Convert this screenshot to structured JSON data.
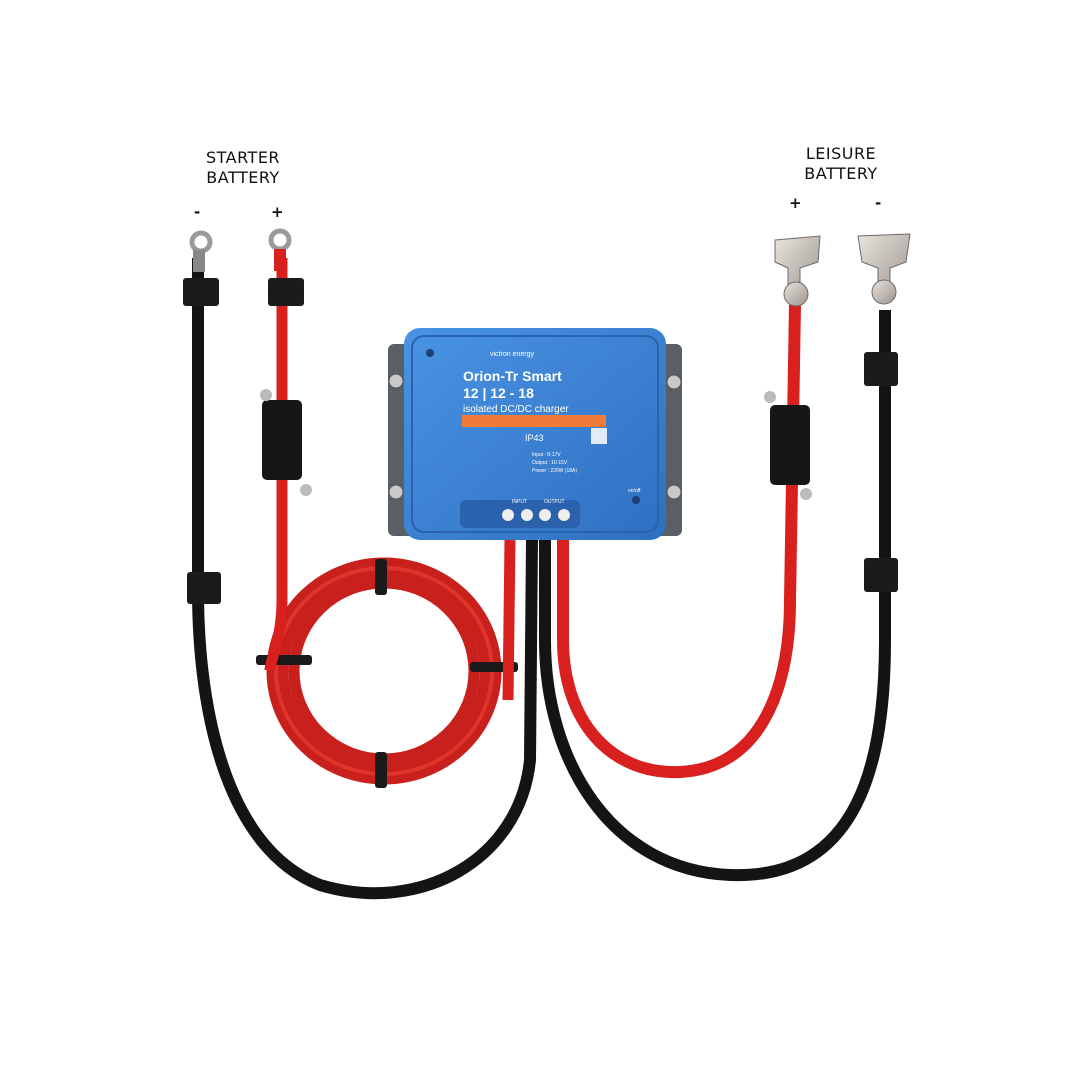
{
  "starter": {
    "line1": "STARTER",
    "line2": "BATTERY",
    "minus": "-",
    "plus": "+"
  },
  "leisure": {
    "line1": "LEISURE",
    "line2": "BATTERY",
    "plus": "+",
    "minus": "-"
  },
  "device": {
    "brand": "victron energy",
    "model": "Orion-Tr Smart",
    "rating": "12 | 12 - 18",
    "subtitle": "isolated DC/DC charger",
    "ip": "IP43",
    "input_spec": "Input  :  8-17V",
    "output_spec": "Output :  10-15V",
    "power_spec": "Power  :  220W (18A)",
    "terminal_input": "INPUT",
    "terminal_output": "OUTPUT",
    "onoff": "on/off"
  },
  "colors": {
    "background": "#ffffff",
    "device_blue": "#3a7fd0",
    "cable_red": "#d8201f",
    "cable_black": "#141414",
    "stripe_orange": "#f07a3a"
  }
}
